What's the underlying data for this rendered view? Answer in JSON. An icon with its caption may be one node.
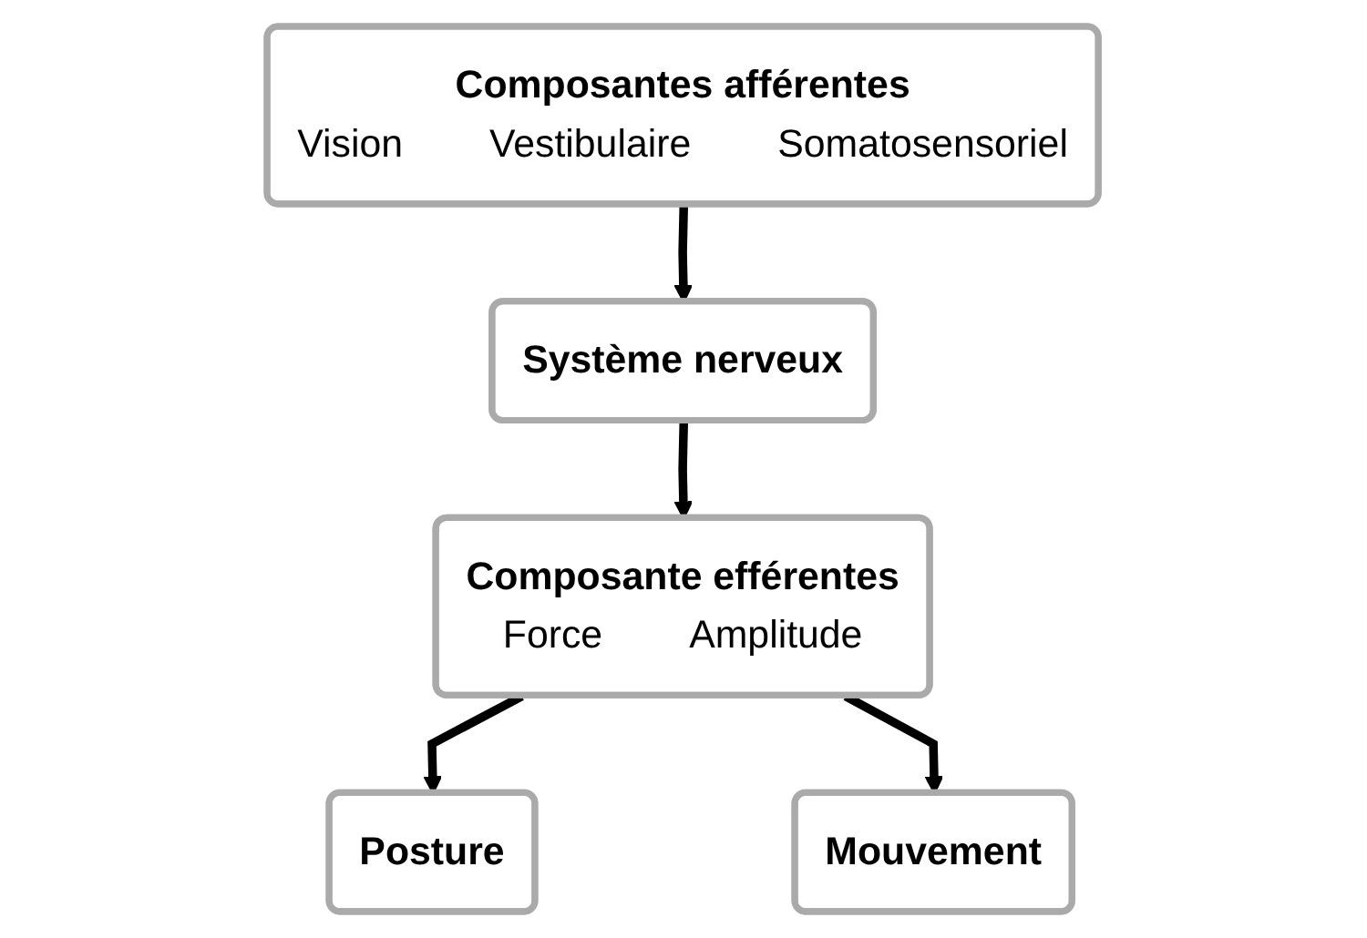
{
  "diagram": {
    "nodes": [
      {
        "text": [
          "Composantes afférentes",
          "Vision",
          "Vestibulaire",
          "Somatosensoriel"
        ]
      },
      {
        "text": [
          "Système nerveux"
        ]
      },
      {
        "text": [
          "Composante efférentes",
          "Force",
          "Amplitude"
        ]
      },
      {
        "text": [
          "Posture"
        ]
      },
      {
        "text": [
          "Mouvement"
        ]
      }
    ],
    "edges": [
      {
        "from": 0,
        "to": 1,
        "arrow": "to"
      },
      {
        "from": 1,
        "to": 2,
        "arrow": "to"
      },
      {
        "from": 2,
        "to": 3,
        "arrow": "to"
      },
      {
        "from": 2,
        "to": 4,
        "arrow": "to"
      }
    ]
  }
}
